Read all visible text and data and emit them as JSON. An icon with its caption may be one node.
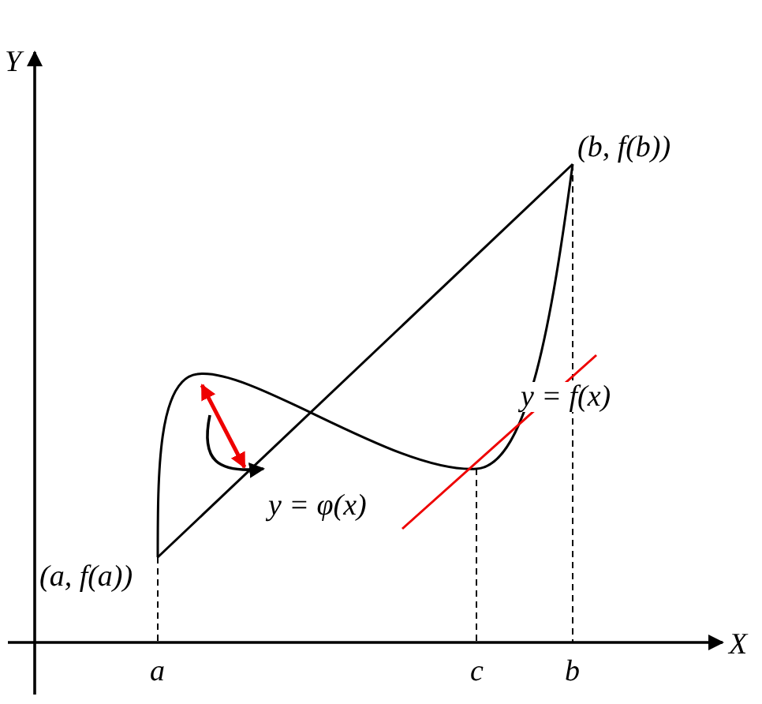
{
  "diagram": {
    "nodes": [
      {
        "text": [
          "y = φ(x)"
        ]
      },
      {
        "text": [],
        "shape": "arrow"
      }
    ],
    "edges": [
      {
        "from": 1,
        "to": 0,
        "arrow": "to"
      }
    ],
    "labels": [
      "Y",
      "(b, f(b))",
      "y = f(x)",
      "(a, f(a))",
      "X",
      "a",
      "c",
      "b"
    ]
  }
}
